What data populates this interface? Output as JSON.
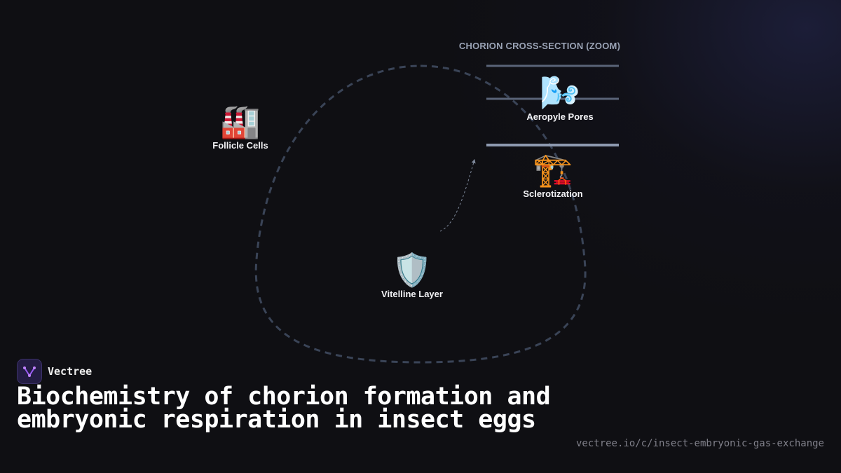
{
  "diagram": {
    "zoom_title": "CHORION CROSS-SECTION (ZOOM)",
    "nodes": {
      "follicle": {
        "icon": "factory-icon",
        "emoji": "🏭",
        "label": "Follicle Cells"
      },
      "aeropyle": {
        "icon": "wind-face-icon",
        "emoji": "🌬️",
        "label": "Aeropyle Pores"
      },
      "sclerotization": {
        "icon": "construction-crane-icon",
        "emoji": "🏗️",
        "label": "Sclerotization"
      },
      "vitelline": {
        "icon": "shield-icon",
        "emoji": "🛡️",
        "label": "Vitelline Layer"
      }
    },
    "colors": {
      "egg_outline": "#3a4457",
      "layer_line": "#5a6478",
      "layer_line_bright": "#8e9ab0",
      "arrow": "#7d8799"
    }
  },
  "brand": {
    "name": "Vectree",
    "icon": "vectree-logo-icon"
  },
  "title": "Biochemistry of chorion formation and embryonic respiration in insect eggs",
  "url": "vectree.io/c/insect-embryonic-gas-exchange"
}
